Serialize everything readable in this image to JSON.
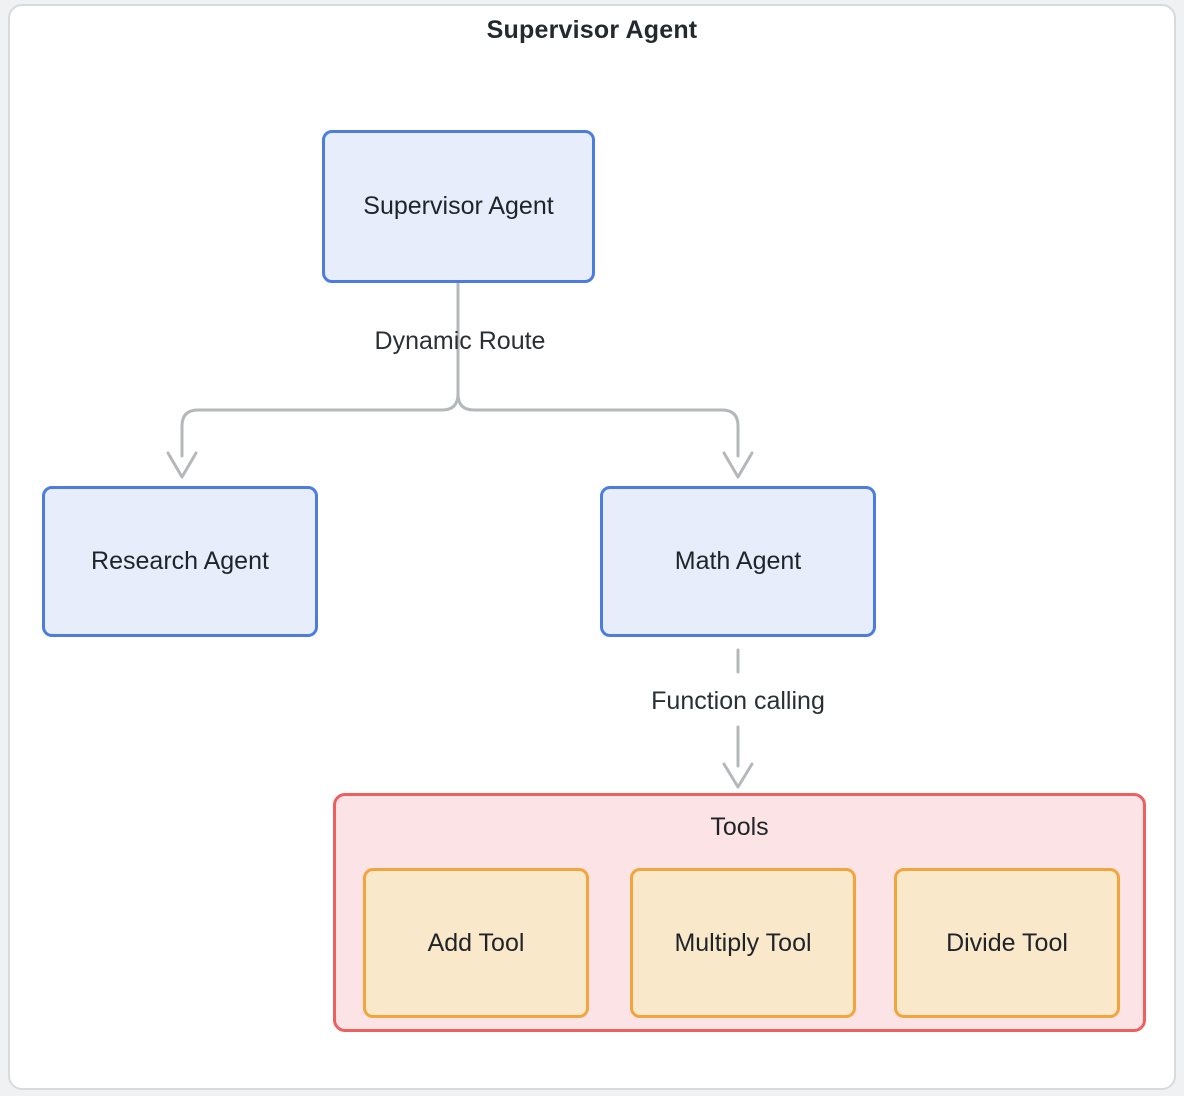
{
  "diagram": {
    "title": "Supervisor Agent",
    "nodes": {
      "supervisor": {
        "label": "Supervisor Agent"
      },
      "research": {
        "label": "Research Agent"
      },
      "math": {
        "label": "Math Agent"
      }
    },
    "edges": {
      "dynamic_route": {
        "label": "Dynamic Route",
        "from": "supervisor",
        "to": [
          "research",
          "math"
        ],
        "style": "solid"
      },
      "function_calling": {
        "label": "Function calling",
        "from": "math",
        "to": "tools",
        "style": "dashed"
      }
    },
    "tools_group": {
      "label": "Tools",
      "tools": [
        {
          "label": "Add Tool"
        },
        {
          "label": "Multiply Tool"
        },
        {
          "label": "Divide Tool"
        }
      ]
    },
    "colors": {
      "blue_border": "#4d7ce0",
      "blue_fill": "#e7edfb",
      "red_border": "#ee5f5f",
      "red_fill": "#fce3e5",
      "orange_border": "#f4a43c",
      "orange_fill": "#fae8cb",
      "edge_color": "#b5b8ba",
      "text_color": "#1f2429"
    }
  }
}
